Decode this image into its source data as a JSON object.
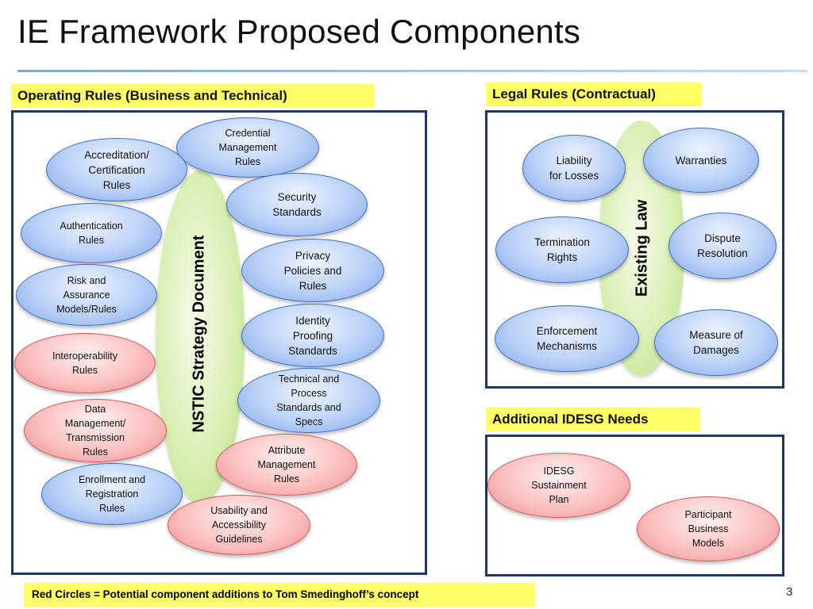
{
  "title": "IE Framework Proposed Components",
  "operating": {
    "header": "Operating Rules (Business and Technical)",
    "center_label": "NSTIC Strategy Document",
    "items": [
      {
        "label": "Credential\nManagement\nRules",
        "color": "blue"
      },
      {
        "label": "Accreditation/\nCertification\nRules",
        "color": "blue"
      },
      {
        "label": "Security\nStandards",
        "color": "blue"
      },
      {
        "label": "Authentication\nRules",
        "color": "blue"
      },
      {
        "label": "Privacy\nPolicies and\nRules",
        "color": "blue"
      },
      {
        "label": "Risk and\nAssurance\nModels/Rules",
        "color": "blue"
      },
      {
        "label": "Identity\nProofing\nStandards",
        "color": "blue"
      },
      {
        "label": "Interoperability\nRules",
        "color": "red"
      },
      {
        "label": "Technical and\nProcess\nStandards and\nSpecs",
        "color": "blue"
      },
      {
        "label": "Data\nManagement/\nTransmission\nRules",
        "color": "red"
      },
      {
        "label": "Attribute\nManagement\nRules",
        "color": "red"
      },
      {
        "label": "Enrollment and\nRegistration\nRules",
        "color": "blue"
      },
      {
        "label": "Usability and\nAccessibility\nGuidelines",
        "color": "red"
      }
    ]
  },
  "legal": {
    "header": "Legal Rules (Contractual)",
    "center_label": "Existing Law",
    "items": [
      {
        "label": "Liability\nfor Losses",
        "color": "blue"
      },
      {
        "label": "Warranties",
        "color": "blue"
      },
      {
        "label": "Termination\nRights",
        "color": "blue"
      },
      {
        "label": "Dispute\nResolution",
        "color": "blue"
      },
      {
        "label": "Enforcement\nMechanisms",
        "color": "blue"
      },
      {
        "label": "Measure of\nDamages",
        "color": "blue"
      }
    ]
  },
  "additional": {
    "header": "Additional IDESG Needs",
    "items": [
      {
        "label": "IDESG\nSustainment\nPlan",
        "color": "red"
      },
      {
        "label": "Participant\nBusiness\nModels",
        "color": "red"
      }
    ]
  },
  "footnote": "Red Circles = Potential component additions to Tom Smedinghoff’s concept",
  "page_number": "3",
  "colors": {
    "accent_box": "#1f3864",
    "header_fill": "#ffff66",
    "blue_fill": "#b9d0f7",
    "red_fill": "#fbc0c0",
    "leaf_fill": "#d9efb3"
  }
}
